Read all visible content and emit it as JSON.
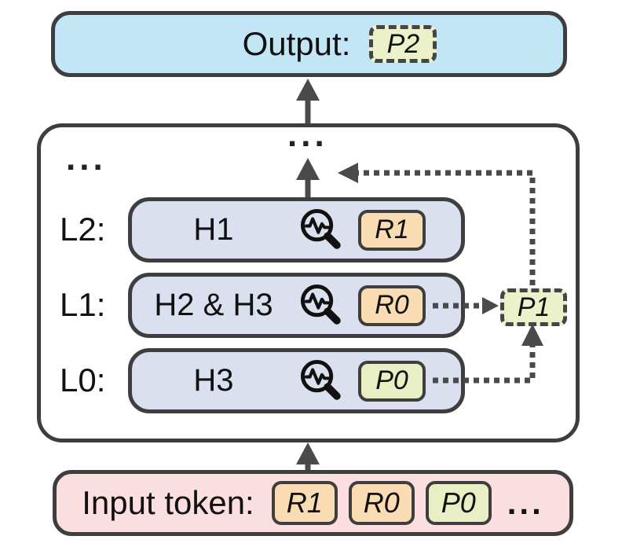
{
  "figure": {
    "output": {
      "label": "Output:",
      "token": "P2"
    },
    "model": {
      "ellipsis_top": "...",
      "ellipsis_left": "...",
      "rows": [
        {
          "layer": "L2:",
          "heads": "H1",
          "token": "R1",
          "token_type": "retrieval"
        },
        {
          "layer": "L1:",
          "heads": "H2 & H3",
          "token": "R0",
          "token_type": "retrieval"
        },
        {
          "layer": "L0:",
          "heads": "H3",
          "token": "P0",
          "token_type": "prediction"
        }
      ],
      "intermediate_token": "P1"
    },
    "input": {
      "label": "Input token:",
      "tokens": [
        "R1",
        "R0",
        "P0"
      ],
      "ellipsis": "..."
    }
  },
  "icons": {
    "magnifier": "magnifier-waveform-icon"
  },
  "colors": {
    "output_fill": "#c2e6f5",
    "row_fill": "#dbe0ef",
    "input_fill": "#fbdee0",
    "retrieval_token_fill": "#fadcb2",
    "prediction_token_fill": "#e8efc4",
    "dashed_token_fill": "#edf1ca",
    "border": "#3e3e3e",
    "arrow": "#4a4a4a"
  }
}
